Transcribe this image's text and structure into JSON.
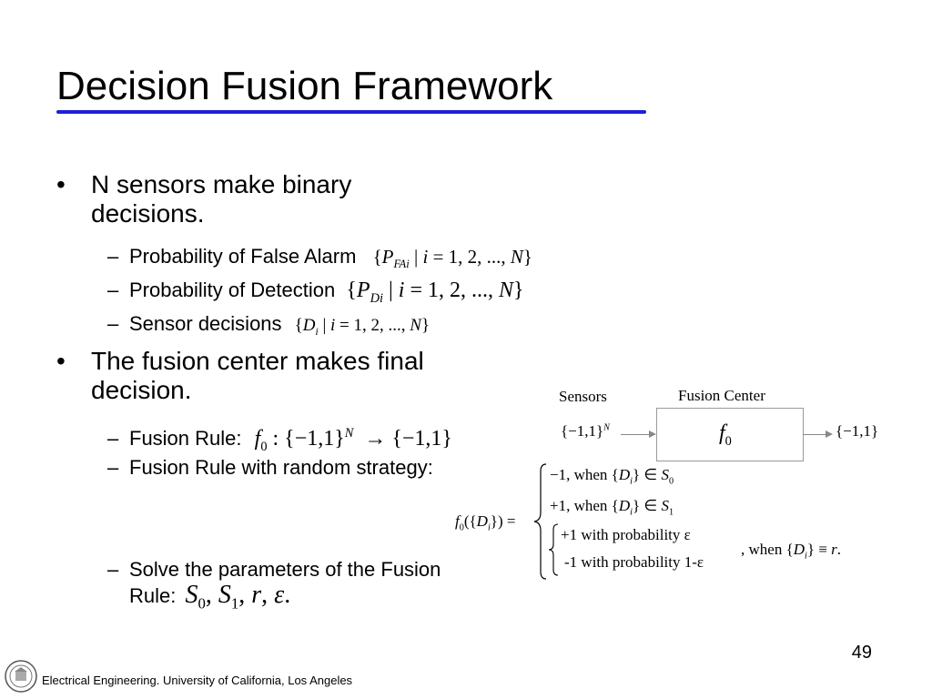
{
  "title": "Decision Fusion Framework",
  "bullets": {
    "b1_line1": "N sensors make binary",
    "b1_line2": "decisions.",
    "pfa_label": "Probability of False Alarm",
    "pd_label": "Probability of Detection",
    "sd_label": "Sensor decisions",
    "b2_line1": "The fusion center makes final",
    "b2_line2": "decision.",
    "fr_label": "Fusion Rule:",
    "frr_label": "Fusion Rule with random strategy:",
    "solve_line1": "Solve the parameters of the Fusion",
    "solve_line2": "Rule:"
  },
  "diagram": {
    "sensors_label": "Sensors",
    "fusion_center_label": "Fusion Center",
    "input_set": "{−1,1}",
    "input_sup": "N",
    "output_set": "{−1,1}"
  },
  "cases": {
    "lhs": "f",
    "row1_val": "−1,  when",
    "row2_val": "+1,  when",
    "row3": "+1 with probability ε",
    "row4": "-1 with probability 1-ε",
    "row_when": ", when"
  },
  "page_number": "49",
  "footer": "Electrical Engineering. University of California, Los Angeles",
  "colors": {
    "title_underline": "#1f1fd6",
    "diagram_lines": "#888888"
  },
  "icons": {
    "logo": "uc-seal-icon"
  }
}
